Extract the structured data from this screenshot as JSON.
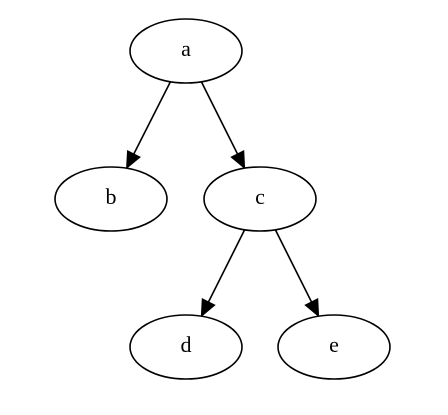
{
  "diagram": {
    "type": "directed-tree",
    "colors": {
      "background": "#ffffff",
      "stroke": "#000000",
      "node_fill": "#ffffff",
      "text": "#000000"
    },
    "nodes": [
      {
        "id": "a",
        "label": "a"
      },
      {
        "id": "b",
        "label": "b"
      },
      {
        "id": "c",
        "label": "c"
      },
      {
        "id": "d",
        "label": "d"
      },
      {
        "id": "e",
        "label": "e"
      }
    ],
    "edges": [
      {
        "from": "a",
        "to": "b"
      },
      {
        "from": "a",
        "to": "c"
      },
      {
        "from": "c",
        "to": "d"
      },
      {
        "from": "c",
        "to": "e"
      }
    ]
  }
}
